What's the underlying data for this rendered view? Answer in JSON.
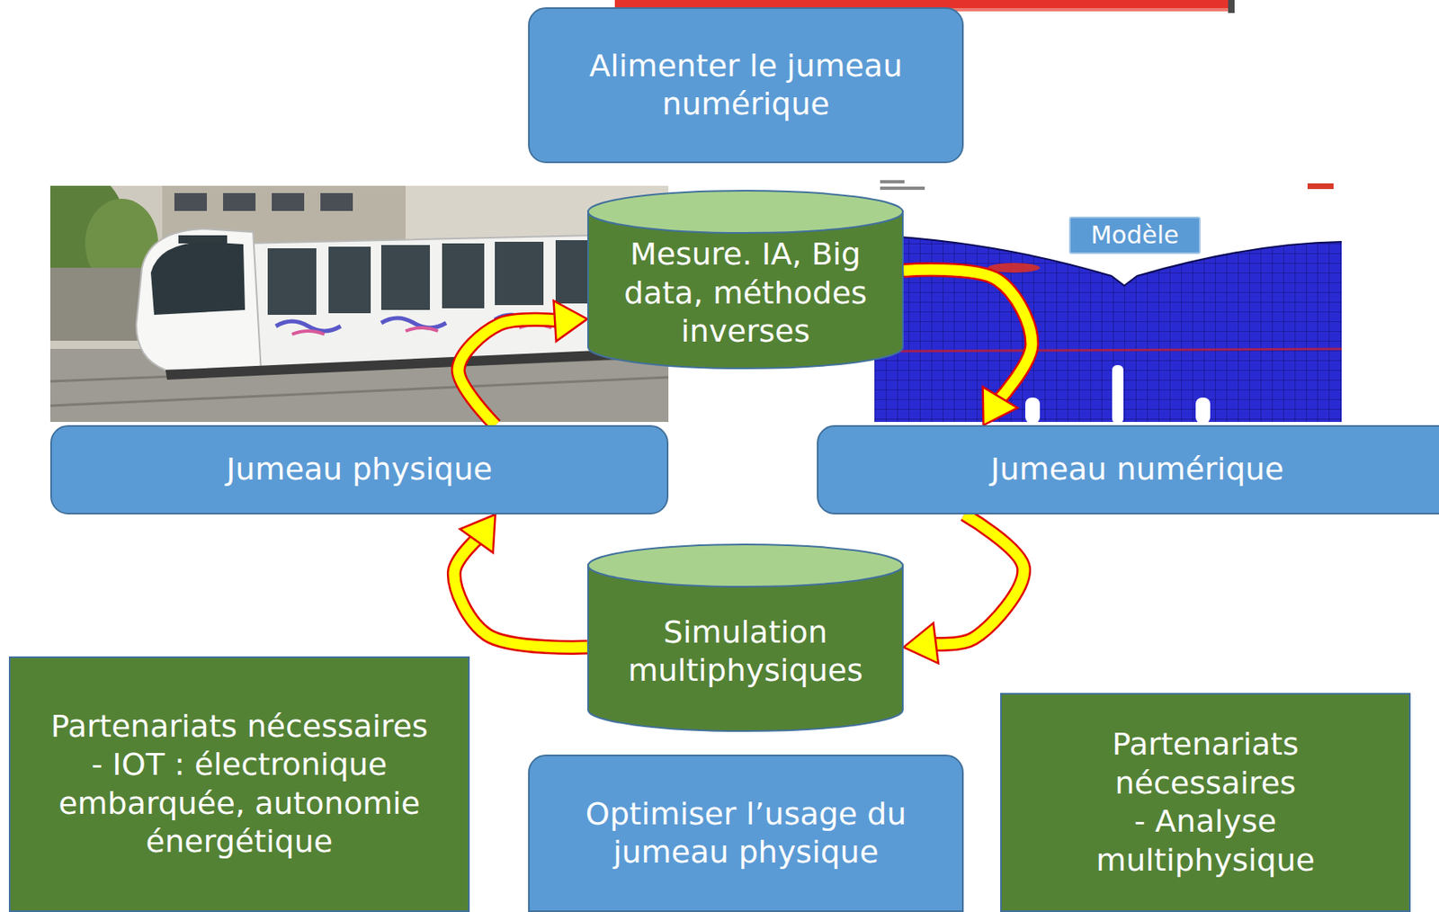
{
  "diagram": {
    "nodes": [
      {
        "text": [
          "Alimenter le jumeau numérique"
        ]
      },
      {
        "text": [
          "Mesure. IA, Big data, méthodes inverses"
        ]
      },
      {
        "text": [
          "Modèle"
        ]
      },
      {
        "text": [
          "Jumeau physique"
        ]
      },
      {
        "text": [
          "Jumeau numérique"
        ]
      },
      {
        "text": [
          "Simulation multiphysiques"
        ]
      },
      {
        "text": [
          "Partenariats nécessaires",
          "- IOT : électronique embarquée, autonomie énergétique"
        ]
      },
      {
        "text": [
          "Optimiser l’usage du jumeau physique"
        ]
      },
      {
        "text": [
          "Partenariats nécessaires",
          "- Analyse multiphysique"
        ]
      }
    ],
    "edges": [
      {
        "from": 3,
        "to": 1,
        "arrow": "to"
      },
      {
        "from": 1,
        "to": 4,
        "arrow": "to"
      },
      {
        "from": 4,
        "to": 5,
        "arrow": "to"
      },
      {
        "from": 5,
        "to": 3,
        "arrow": "to"
      }
    ]
  }
}
